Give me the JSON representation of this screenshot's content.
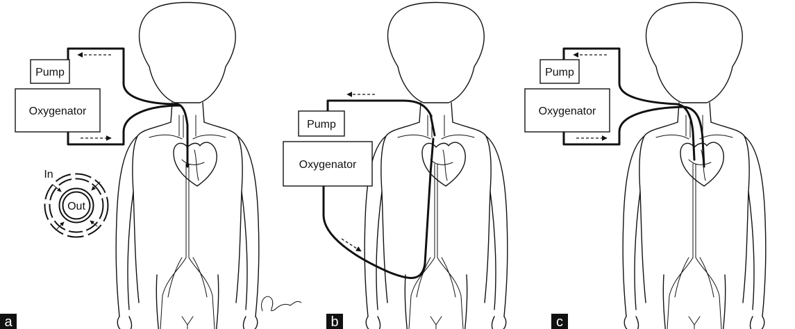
{
  "panels": [
    {
      "letter": "a",
      "pump": "Pump",
      "oxygenator": "Oxygenator",
      "inset_in": "In",
      "inset_out": "Out"
    },
    {
      "letter": "b",
      "pump": "Pump",
      "oxygenator": "Oxygenator"
    },
    {
      "letter": "c",
      "pump": "Pump",
      "oxygenator": "Oxygenator"
    }
  ]
}
